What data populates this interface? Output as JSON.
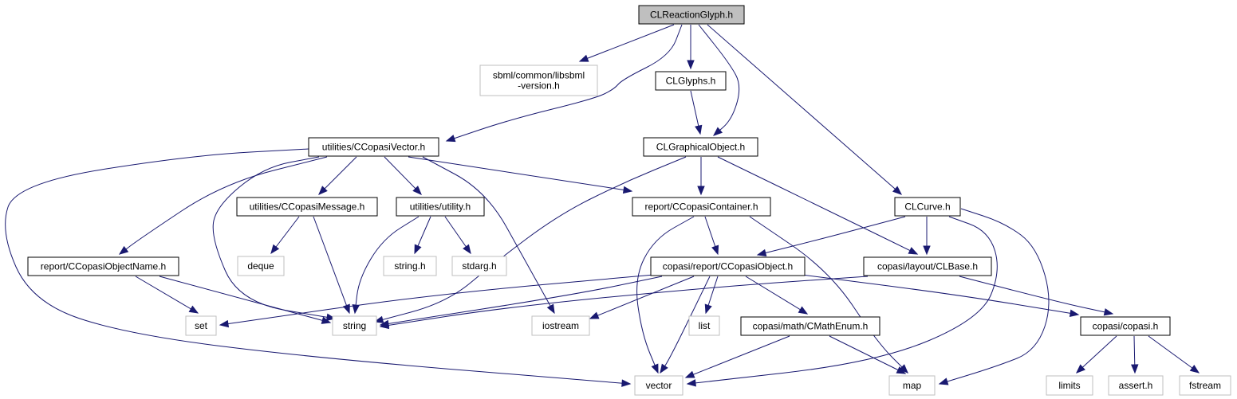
{
  "diagram": {
    "colors": {
      "edge": "#191970",
      "root_fill": "#bfbfbf",
      "external_border": "#bfbfbf",
      "border": "#000000",
      "background": "#ffffff"
    },
    "nodes": [
      {
        "id": "root",
        "label": "CLReactionGlyph.h",
        "kind": "root"
      },
      {
        "id": "libsbml",
        "label": "sbml/common/libsbml",
        "label2": "-version.h",
        "kind": "external"
      },
      {
        "id": "clglyphs",
        "label": "CLGlyphs.h",
        "kind": "header"
      },
      {
        "id": "cvector",
        "label": "utilities/CCopasiVector.h",
        "kind": "header"
      },
      {
        "id": "clgraphical",
        "label": "CLGraphicalObject.h",
        "kind": "header"
      },
      {
        "id": "clcurve",
        "label": "CLCurve.h",
        "kind": "header"
      },
      {
        "id": "cmessage",
        "label": "utilities/CCopasiMessage.h",
        "kind": "header"
      },
      {
        "id": "utility",
        "label": "utilities/utility.h",
        "kind": "header"
      },
      {
        "id": "ccontainer",
        "label": "report/CCopasiContainer.h",
        "kind": "header"
      },
      {
        "id": "cobjectname",
        "label": "report/CCopasiObjectName.h",
        "kind": "header"
      },
      {
        "id": "deque",
        "label": "deque",
        "kind": "external"
      },
      {
        "id": "stringh",
        "label": "string.h",
        "kind": "external"
      },
      {
        "id": "stdarg",
        "label": "stdarg.h",
        "kind": "external"
      },
      {
        "id": "cobject",
        "label": "copasi/report/CCopasiObject.h",
        "kind": "header"
      },
      {
        "id": "clbase",
        "label": "copasi/layout/CLBase.h",
        "kind": "header"
      },
      {
        "id": "set",
        "label": "set",
        "kind": "external"
      },
      {
        "id": "string",
        "label": "string",
        "kind": "external"
      },
      {
        "id": "iostream",
        "label": "iostream",
        "kind": "external"
      },
      {
        "id": "list",
        "label": "list",
        "kind": "external"
      },
      {
        "id": "cmathenum",
        "label": "copasi/math/CMathEnum.h",
        "kind": "header"
      },
      {
        "id": "copasih",
        "label": "copasi/copasi.h",
        "kind": "header"
      },
      {
        "id": "vector",
        "label": "vector",
        "kind": "external"
      },
      {
        "id": "map",
        "label": "map",
        "kind": "external"
      },
      {
        "id": "limits",
        "label": "limits",
        "kind": "external"
      },
      {
        "id": "assert",
        "label": "assert.h",
        "kind": "external"
      },
      {
        "id": "fstream",
        "label": "fstream",
        "kind": "external"
      }
    ],
    "edges": [
      [
        "root",
        "libsbml"
      ],
      [
        "root",
        "clglyphs"
      ],
      [
        "root",
        "cvector"
      ],
      [
        "root",
        "clgraphical"
      ],
      [
        "root",
        "clcurve"
      ],
      [
        "clglyphs",
        "clgraphical"
      ],
      [
        "cvector",
        "cmessage"
      ],
      [
        "cvector",
        "utility"
      ],
      [
        "cvector",
        "ccontainer"
      ],
      [
        "cvector",
        "cobjectname"
      ],
      [
        "cvector",
        "string"
      ],
      [
        "cvector",
        "iostream"
      ],
      [
        "cvector",
        "vector"
      ],
      [
        "clgraphical",
        "ccontainer"
      ],
      [
        "clgraphical",
        "clbase"
      ],
      [
        "clgraphical",
        "string"
      ],
      [
        "clcurve",
        "cobject"
      ],
      [
        "clcurve",
        "clbase"
      ],
      [
        "clcurve",
        "vector"
      ],
      [
        "clcurve",
        "map"
      ],
      [
        "cmessage",
        "deque"
      ],
      [
        "cmessage",
        "string"
      ],
      [
        "utility",
        "stringh"
      ],
      [
        "utility",
        "stdarg"
      ],
      [
        "utility",
        "string"
      ],
      [
        "ccontainer",
        "cobject"
      ],
      [
        "ccontainer",
        "vector"
      ],
      [
        "ccontainer",
        "map"
      ],
      [
        "cobjectname",
        "set"
      ],
      [
        "cobjectname",
        "string"
      ],
      [
        "cobject",
        "set"
      ],
      [
        "cobject",
        "string"
      ],
      [
        "cobject",
        "iostream"
      ],
      [
        "cobject",
        "list"
      ],
      [
        "cobject",
        "cmathenum"
      ],
      [
        "cobject",
        "copasih"
      ],
      [
        "cobject",
        "vector"
      ],
      [
        "clbase",
        "string"
      ],
      [
        "clbase",
        "copasih"
      ],
      [
        "cmathenum",
        "vector"
      ],
      [
        "cmathenum",
        "map"
      ],
      [
        "copasih",
        "limits"
      ],
      [
        "copasih",
        "assert"
      ],
      [
        "copasih",
        "fstream"
      ]
    ]
  }
}
